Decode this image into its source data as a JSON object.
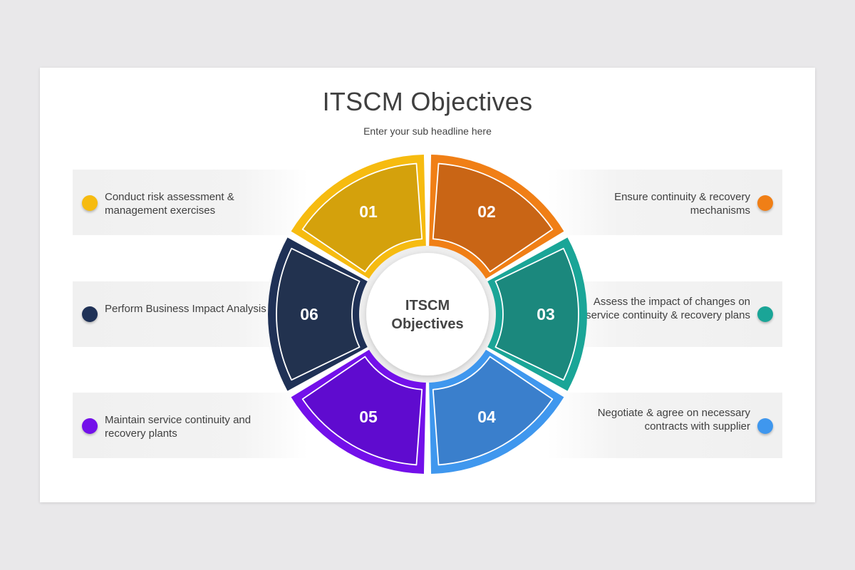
{
  "title": "ITSCM Objectives",
  "subtitle": "Enter your sub headline here",
  "center": {
    "line1": "ITSCM",
    "line2": "Objectives"
  },
  "segments": [
    {
      "number": "01",
      "outer": "#f6bb10",
      "inner": "#d4a10c",
      "text": "Conduct risk assessment & management exercises"
    },
    {
      "number": "02",
      "outer": "#f07f16",
      "inner": "#c96515",
      "text": "Ensure continuity & recovery mechanisms"
    },
    {
      "number": "03",
      "outer": "#1aa597",
      "inner": "#1b887d",
      "text": "Assess the impact of changes on service continuity & recovery plans"
    },
    {
      "number": "04",
      "outer": "#3f97ee",
      "inner": "#3a7fcc",
      "text": "Negotiate & agree on necessary contracts with supplier"
    },
    {
      "number": "05",
      "outer": "#7310ea",
      "inner": "#5f0bcf",
      "text": "Maintain service continuity and recovery plants"
    },
    {
      "number": "06",
      "outer": "#1f3156",
      "inner": "#22324f",
      "text": "Perform Business Impact Analysis"
    }
  ]
}
